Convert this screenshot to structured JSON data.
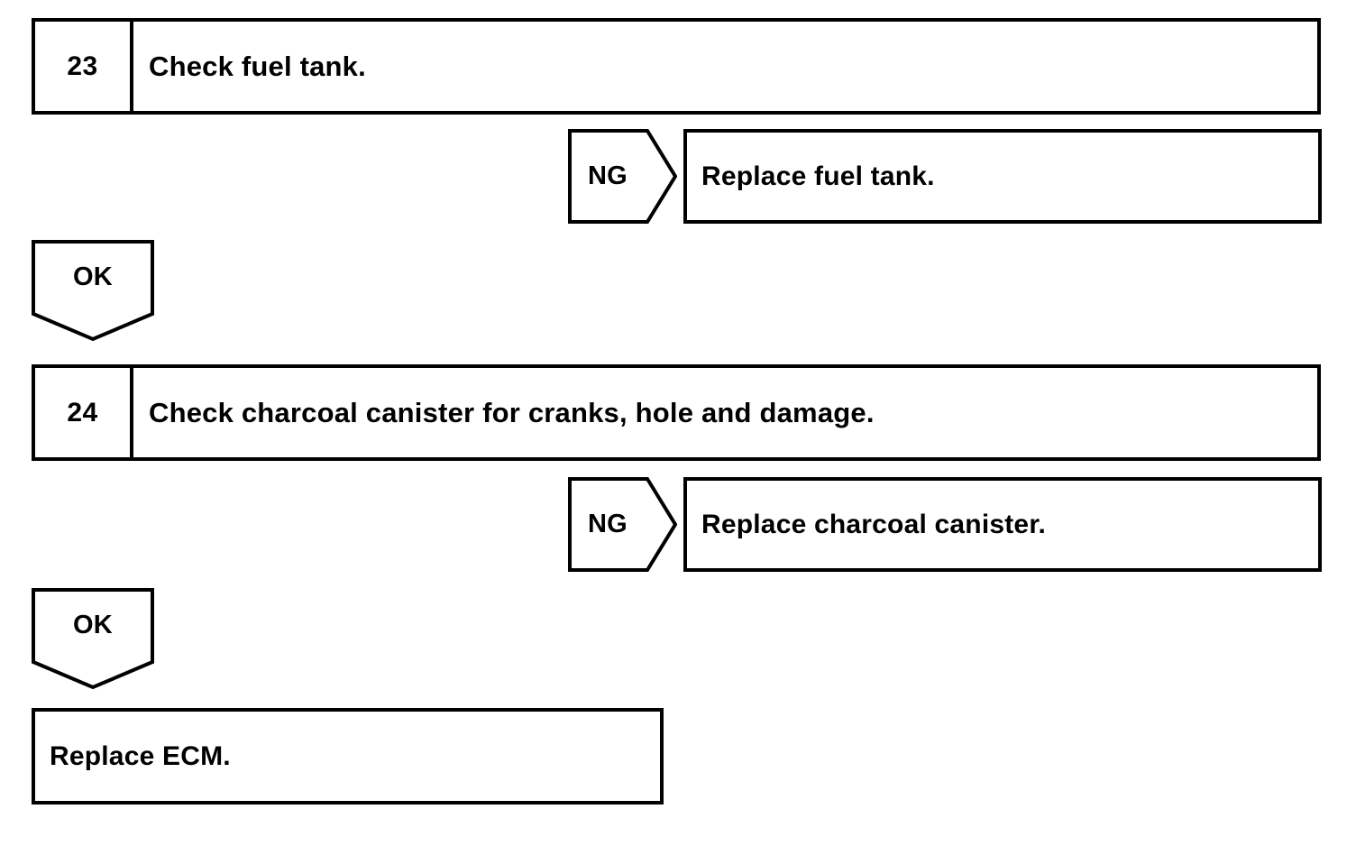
{
  "diagram": {
    "type": "troubleshooting-flowchart",
    "stroke_color": "#000000",
    "background_color": "#ffffff",
    "steps": [
      {
        "number": "23",
        "instruction": "Check fuel tank.",
        "ng": {
          "label": "NG",
          "action": "Replace fuel tank."
        },
        "ok": {
          "label": "OK"
        }
      },
      {
        "number": "24",
        "instruction": "Check charcoal canister for cranks, hole and damage.",
        "ng": {
          "label": "NG",
          "action": "Replace charcoal canister."
        },
        "ok": {
          "label": "OK"
        }
      }
    ],
    "final": {
      "action": "Replace ECM."
    }
  }
}
